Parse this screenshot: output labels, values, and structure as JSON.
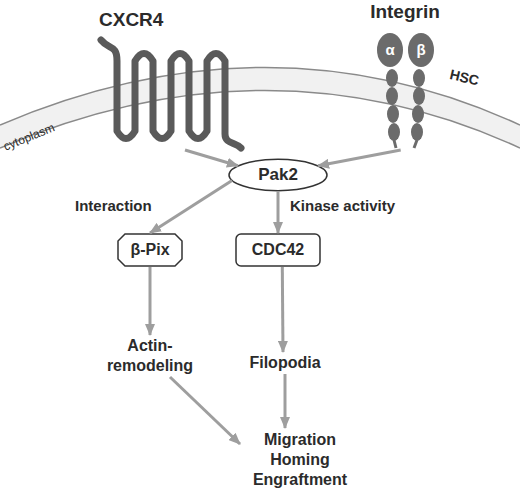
{
  "diagram": {
    "nodes": [
      {
        "text": [
          "CXCR4"
        ]
      },
      {
        "text": [
          "Integrin",
          "α",
          "β"
        ]
      },
      {
        "text": [
          "Pak2"
        ]
      },
      {
        "text": [
          "β-Pix"
        ]
      },
      {
        "text": [
          "CDC42"
        ]
      },
      {
        "text": [
          "Actin-remodeling"
        ]
      },
      {
        "text": [
          "Filopodia"
        ]
      },
      {
        "text": [
          "Migration Homing Engraftment"
        ]
      }
    ],
    "edges": [
      {
        "from": 0,
        "to": 2,
        "arrow": "to"
      },
      {
        "from": 1,
        "to": 2,
        "arrow": "to"
      },
      {
        "from": 2,
        "to": 3,
        "label": "Interaction",
        "arrow": "to"
      },
      {
        "from": 2,
        "to": 4,
        "label": "Kinase activity",
        "arrow": "to"
      },
      {
        "from": 3,
        "to": 5,
        "arrow": "to"
      },
      {
        "from": 4,
        "to": 6,
        "arrow": "to"
      },
      {
        "from": 5,
        "to": 7,
        "arrow": "to"
      },
      {
        "from": 6,
        "to": 7,
        "arrow": "to"
      }
    ],
    "labels": [
      "HSC",
      "cytoplasm"
    ]
  }
}
